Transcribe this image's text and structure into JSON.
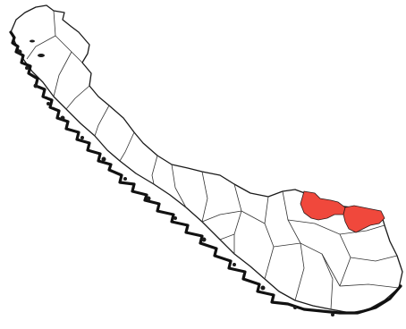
{
  "map": {
    "region_count": 2,
    "colors": {
      "land": "#ffffff",
      "outline": "#1a1a1a",
      "highlight": "#f0483c"
    },
    "highlighted_regions": [
      "highlight-region-west",
      "highlight-region-east"
    ]
  }
}
